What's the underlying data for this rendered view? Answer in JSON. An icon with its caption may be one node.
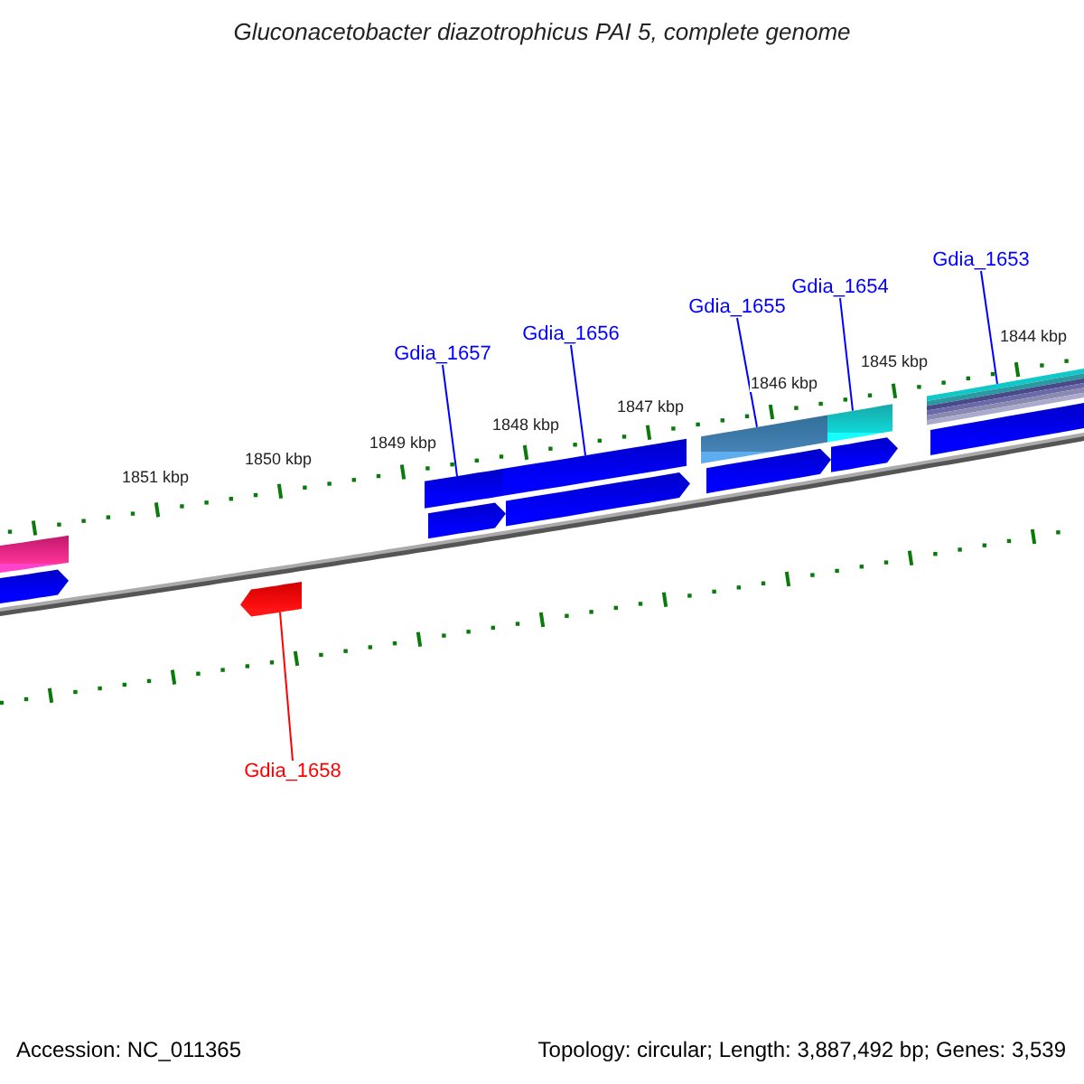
{
  "diagram": {
    "title": "Gluconacetobacter diazotrophicus PAI 5, complete genome",
    "nodes": [
      {
        "text": [
          "Gdia_1653"
        ]
      },
      {
        "text": [
          "Gdia_1654"
        ]
      },
      {
        "text": [
          "Gdia_1655"
        ]
      },
      {
        "text": [
          "Gdia_1656"
        ]
      },
      {
        "text": [
          "Gdia_1657"
        ]
      },
      {
        "text": [
          "Gdia_1658"
        ]
      },
      {
        "text": [],
        "shape": "bar"
      },
      {
        "text": [],
        "shape": "bar"
      },
      {
        "text": [],
        "shape": "bar"
      },
      {
        "text": [],
        "shape": "bar"
      },
      {
        "text": [],
        "shape": "bar"
      },
      {
        "text": [],
        "shape": "arrow"
      },
      {
        "text": [],
        "shape": "bar"
      },
      {
        "text": [],
        "shape": "arrow"
      },
      {
        "text": [],
        "shape": "arrow"
      },
      {
        "text": [],
        "shape": "arrow"
      },
      {
        "text": [],
        "shape": "arrow"
      },
      {
        "text": [],
        "shape": "arrow"
      },
      {
        "text": [],
        "shape": "bar"
      }
    ],
    "edges": [
      {
        "from": 0,
        "to": 6,
        "arrow": "none"
      },
      {
        "from": 1,
        "to": 7,
        "arrow": "none"
      },
      {
        "from": 2,
        "to": 8,
        "arrow": "none"
      },
      {
        "from": 3,
        "to": 9,
        "arrow": "none"
      },
      {
        "from": 4,
        "to": 10,
        "arrow": "none"
      },
      {
        "from": 5,
        "to": 11,
        "arrow": "none",
        "color": "#ff0000"
      }
    ],
    "labels": [
      "1851 kbp",
      "1850 kbp",
      "1849 kbp",
      "1848 kbp",
      "1847 kbp",
      "1846 kbp",
      "1845 kbp",
      "1844 kbp",
      "Accession: NC_011365",
      "Topology: circular; Length: 3,887,492 bp; Genes: 3,539"
    ]
  }
}
